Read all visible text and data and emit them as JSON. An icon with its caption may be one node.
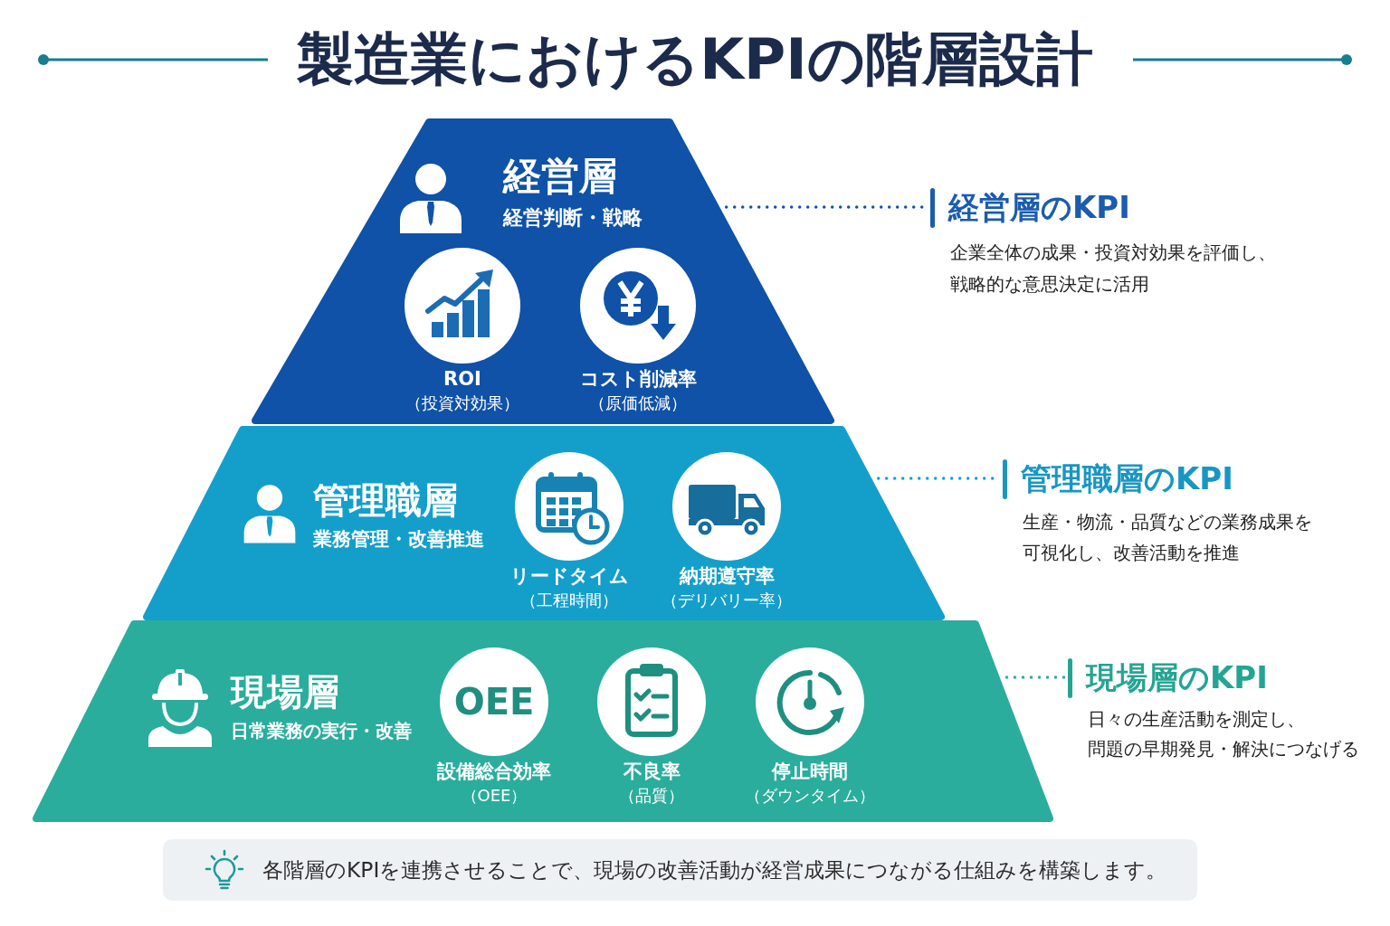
{
  "diagram": {
    "title": "製造業におけるKPIの階層設計",
    "nodes": [
      {
        "text": [
          "経営層",
          "経営判断・戦略"
        ]
      },
      {
        "text": [
          "ROI",
          "（投資対効果）"
        ],
        "in": 0
      },
      {
        "text": [
          "コスト削減率",
          "（原価低減）"
        ],
        "in": 0
      },
      {
        "text": [
          "経営層のKPI",
          "企業全体の成果・投資対効果を評価し、戦略的な意思決定に活用"
        ]
      },
      {
        "text": [
          "管理職層",
          "業務管理・改善推進"
        ]
      },
      {
        "text": [
          "リードタイム",
          "（工程時間）"
        ],
        "in": 4
      },
      {
        "text": [
          "納期遵守率",
          "（デリバリー率）"
        ],
        "in": 4
      },
      {
        "text": [
          "管理職層のKPI",
          "生産・物流・品質などの業務成果を可視化し、改善活動を推進"
        ]
      },
      {
        "text": [
          "現場層",
          "日常業務の実行・改善"
        ]
      },
      {
        "text": [
          "OEE",
          "設備総合効率",
          "（OEE）"
        ],
        "in": 8
      },
      {
        "text": [
          "不良率",
          "（品質）"
        ],
        "in": 8
      },
      {
        "text": [
          "停止時間",
          "（ダウンタイム）"
        ],
        "in": 8
      },
      {
        "text": [
          "現場層のKPI",
          "日々の生産活動を測定し、問題の早期発見・解決につなげる"
        ]
      },
      {
        "text": [
          "各階層のKPIを連携させることで、現場の改善活動が経営成果につながる仕組みを構築します。"
        ]
      }
    ],
    "edges": [
      {
        "from": 0,
        "to": 3,
        "arrow": "none",
        "color": "#0f52a8"
      },
      {
        "from": 4,
        "to": 7,
        "arrow": "none",
        "color": "#149fcb"
      },
      {
        "from": 8,
        "to": 12,
        "arrow": "none",
        "color": "#2aad9d"
      }
    ]
  }
}
